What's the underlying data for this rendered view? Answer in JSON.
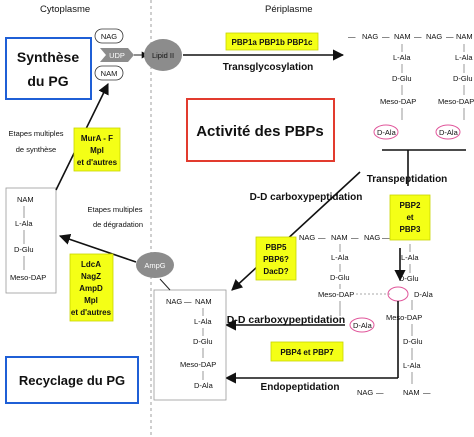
{
  "regions": {
    "cytoplasm": "Cytoplasme",
    "periplasm": "Périplasme"
  },
  "synthese": {
    "line1": "Synthèse",
    "line2": "du PG"
  },
  "recyclage": "Recyclage du PG",
  "activite": "Activité des PBPs",
  "precursor": {
    "nag": "NAG",
    "nam": "NAM",
    "udp": "UDP",
    "lipid": "Lipid II"
  },
  "enzymes": {
    "pbp1": "PBP1a PBP1b PBP1c",
    "mura": [
      "MurA - F",
      "Mpl",
      "et d'autres"
    ],
    "pbp2": [
      "PBP2",
      "et",
      "PBP3"
    ],
    "pbp5": [
      "PBP5",
      "PBP6?",
      "DacD?"
    ],
    "ldca": [
      "LdcA",
      "NagZ",
      "AmpD",
      "Mpl",
      "et d'autres"
    ],
    "pbp4": "PBP4 et PBP7"
  },
  "processes": {
    "transglyco": "Transglycosylation",
    "transpep": "Transpeptidation",
    "ddcarboxy1": "D-D carboxypeptidation",
    "ddcarboxy2": "D-D carboxypeptidation",
    "endopep": "Endopeptidation",
    "etapes_synth": [
      "Etapes multiples",
      "de synthèse"
    ],
    "etapes_degr": [
      "Etapes multiples",
      "de dégradation"
    ],
    "ampg": "AmpG"
  },
  "stem": {
    "nam": "NAM",
    "lala": "L-Ala",
    "dglu": "D-Glu",
    "mesodap": "Meso-DAP",
    "dala": "D-Ala",
    "nag": "NAG",
    "dash": "—"
  }
}
